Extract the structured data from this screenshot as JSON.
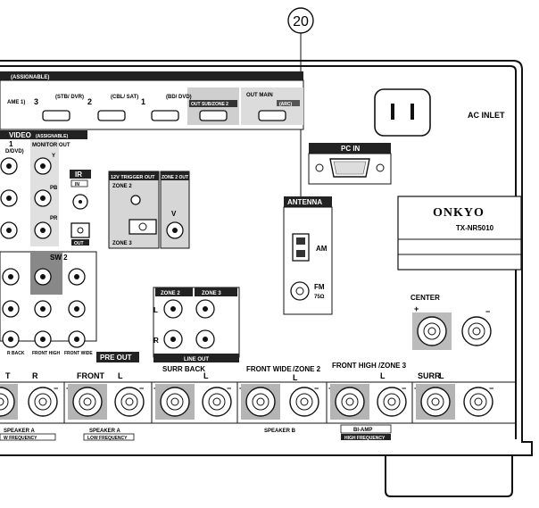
{
  "callout": {
    "number": "20"
  },
  "hdmi": {
    "header": "(ASSIGNABLE)",
    "inputs": [
      {
        "num": "",
        "label": "AME 1)"
      },
      {
        "num": "3",
        "label": "(STB/ DVR)"
      },
      {
        "num": "2",
        "label": "(CBL/ SAT)"
      },
      {
        "num": "1",
        "label": "(BD/ DVD)"
      }
    ],
    "out_sub": "OUT SUB/ZONE 2",
    "out_main": "OUT MAIN",
    "arc": "(ARC)"
  },
  "ac_inlet": "AC INLET",
  "pc_in": "PC IN",
  "component": {
    "header": "VIDEO",
    "assignable": "(ASSIGNABLE)",
    "input1": "1",
    "input1_sub": "D/DVD)",
    "monitor_out": "MONITOR OUT",
    "y": "Y",
    "pb": "PB",
    "pr": "PR"
  },
  "ir": {
    "label": "IR",
    "in": "IN",
    "out": "OUT"
  },
  "trigger": {
    "label": "12V TRIGGER OUT",
    "zone2": "ZONE 2",
    "zone3": "ZONE 3"
  },
  "zone2_out": {
    "label": "ZONE 2 OUT",
    "v": "V"
  },
  "antenna": {
    "label": "ANTENNA",
    "am": "AM",
    "fm": "FM",
    "fm_ohm": "75Ω"
  },
  "nameplate": {
    "brand": "ONKYO",
    "model": "TX-NR5010"
  },
  "preout": {
    "sw2": "SW 2",
    "surr_back": "R BACK",
    "front_high": "FRONT HIGH",
    "front_wide": "FRONT WIDE",
    "label": "PRE OUT"
  },
  "line_out": {
    "zone2": "ZONE 2",
    "zone3": "ZONE 3",
    "l": "L",
    "r": "R",
    "label": "LINE OUT"
  },
  "center": "CENTER",
  "speakers": {
    "t": "T",
    "r": "R",
    "front": "FRONT",
    "l1": "L",
    "surr_back": "SURR BACK",
    "l2": "L",
    "front_wide": "FRONT WIDE",
    "zone2": "/ZONE 2",
    "zone2_l": "L",
    "front_high": "FRONT HIGH /ZONE 3",
    "l3": "L",
    "surr": "SURR",
    "surr_l": "L"
  },
  "speaker_groups": {
    "a_left": "SPEAKER A",
    "a_left_sub": "W FREQUENCY",
    "a_mid": "SPEAKER A",
    "a_mid_sub": "LOW FREQUENCY",
    "b": "SPEAKER B",
    "biamp": "BI-AMP",
    "biamp_sub": "HIGH FREQUENCY"
  }
}
